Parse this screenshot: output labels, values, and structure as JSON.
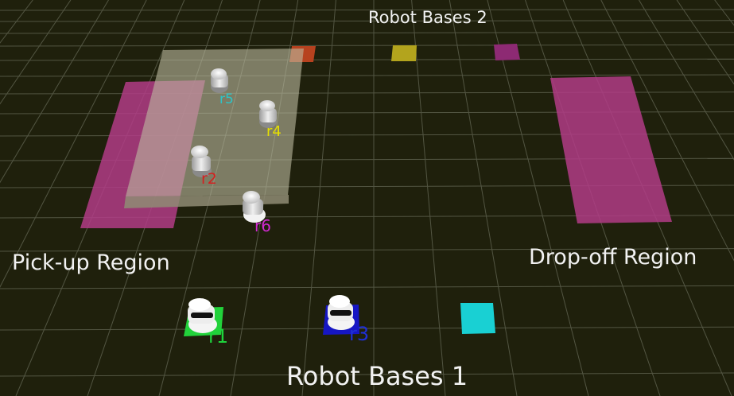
{
  "scene": {
    "colors": {
      "floor": "#1f200c",
      "grid": "#5c5f4c",
      "region": "#b23c86",
      "table": "#bcbaa0",
      "base2_left": "#b7421f",
      "base2_mid": "#b3a41d",
      "base2_right": "#8d2a73",
      "base1_r1": "#22d23b",
      "base1_r3": "#1616c4",
      "base1_empty": "#19d0d3",
      "robot_body": "#e9e9e9"
    },
    "labels": {
      "robot_bases_2": "Robot  Bases  2",
      "robot_bases_1": "Robot  Bases  1",
      "pickup_region": "Pick-up  Region",
      "dropoff_region": "Drop-off  Region"
    },
    "robots": [
      {
        "id": "r5",
        "label": "r5",
        "label_color": "#2cc4c8"
      },
      {
        "id": "r4",
        "label": "r4",
        "label_color": "#e6e000"
      },
      {
        "id": "r2",
        "label": "r2",
        "label_color": "#d42020"
      },
      {
        "id": "r6",
        "label": "r6",
        "label_color": "#d02ad0"
      },
      {
        "id": "r1",
        "label": "r1",
        "label_color": "#1ed43c"
      },
      {
        "id": "r3",
        "label": "r3",
        "label_color": "#1f2fd6"
      }
    ]
  }
}
